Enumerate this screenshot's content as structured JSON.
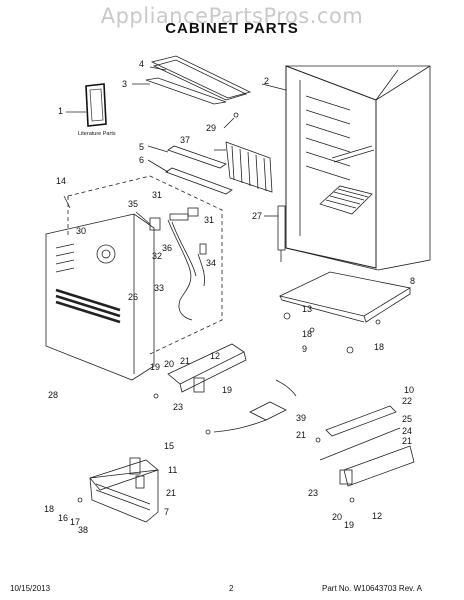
{
  "watermark": "AppliancePartsPros.com",
  "title": "CABINET PARTS",
  "literature_label": "Literature Parts",
  "footer": {
    "date": "10/15/2013",
    "page": "2",
    "part_no": "Part No. W10643703  Rev. A"
  },
  "callouts": [
    "1",
    "2",
    "3",
    "4",
    "5",
    "6",
    "7",
    "8",
    "9",
    "10",
    "11",
    "12",
    "13",
    "14",
    "15",
    "16",
    "17",
    "18",
    "19",
    "20",
    "21",
    "22",
    "23",
    "24",
    "25",
    "26",
    "27",
    "28",
    "29",
    "30",
    "31",
    "32",
    "33",
    "34",
    "35",
    "36",
    "37",
    "38",
    "39"
  ]
}
